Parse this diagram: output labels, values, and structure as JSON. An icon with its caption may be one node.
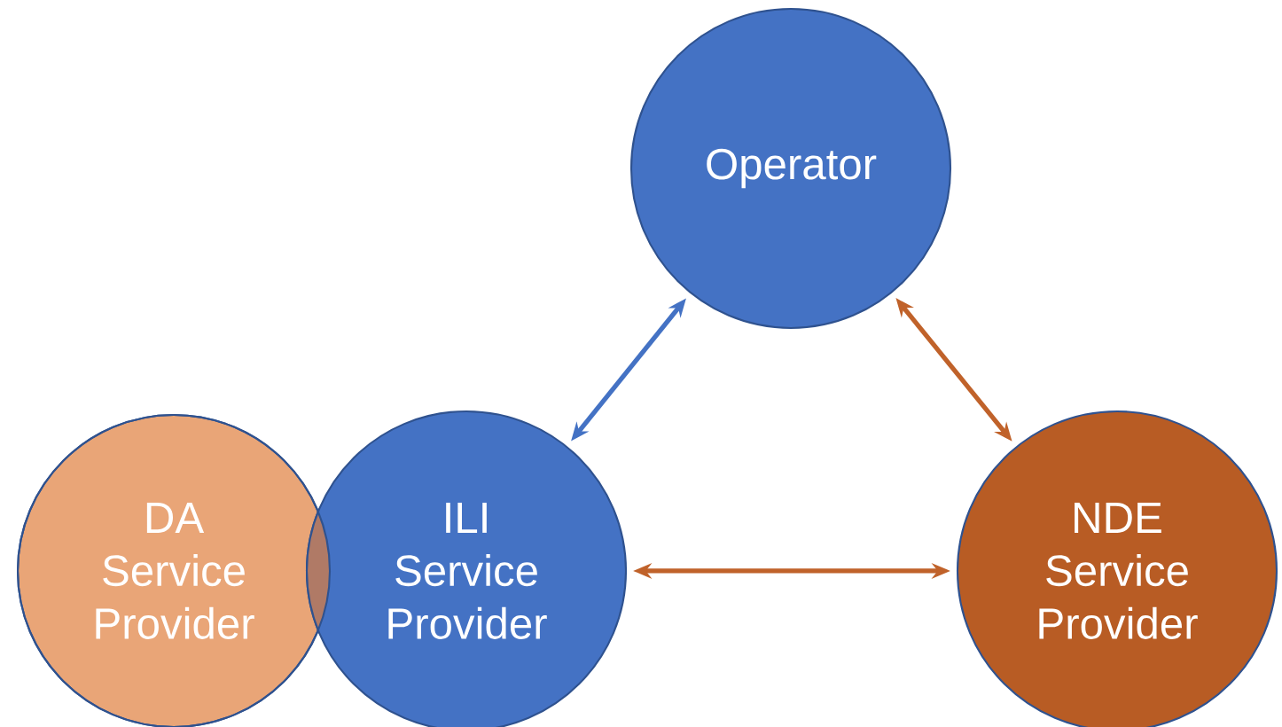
{
  "diagram": {
    "nodes": [
      {
        "text": [
          "Operator"
        ]
      },
      {
        "text": [
          "DA Service Provider"
        ]
      },
      {
        "text": [
          "ILI Service Provider"
        ]
      },
      {
        "text": [
          "NDE Service Provider"
        ]
      }
    ],
    "edges": [
      {
        "from": 0,
        "to": 2,
        "arrow": "both",
        "color": "#4472c4"
      },
      {
        "from": 0,
        "to": 3,
        "arrow": "both"
      },
      {
        "from": 2,
        "to": 3,
        "arrow": "both"
      }
    ]
  }
}
